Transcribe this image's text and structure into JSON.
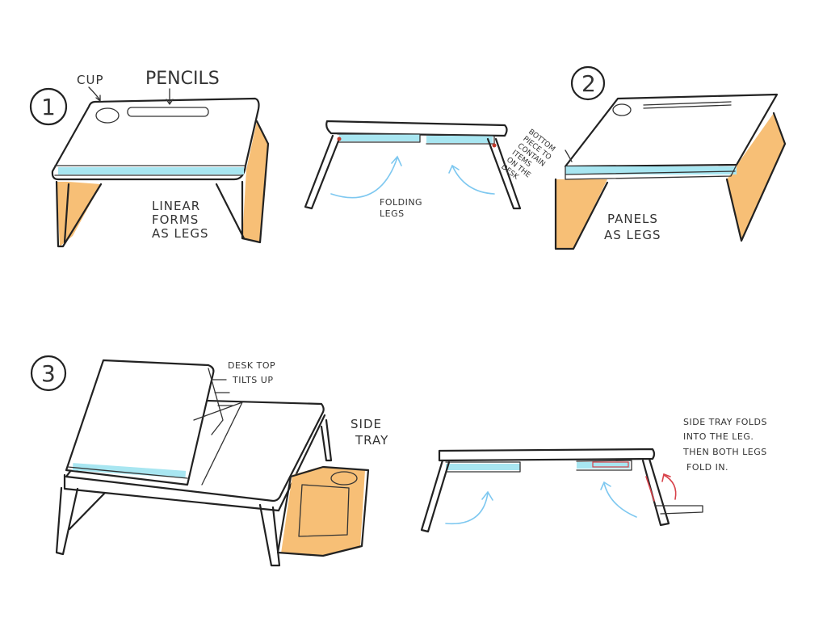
{
  "sketch1": {
    "number": "1",
    "label_cup": "CUP",
    "label_pencils": "PENCILS",
    "caption_line1": "LINEAR",
    "caption_line2": "FORMS",
    "caption_line3": "AS LEGS"
  },
  "folding": {
    "caption_line1": "FOLDING",
    "caption_line2": "LEGS"
  },
  "sketch2": {
    "number": "2",
    "note_line1": "BOTTOM",
    "note_line2": "PIECE TO",
    "note_line3": "CONTAIN",
    "note_line4": "ITEMS",
    "note_line5": "ON THE",
    "note_line6": "DESK",
    "caption_line1": "PANELS",
    "caption_line2": "AS LEGS"
  },
  "sketch3": {
    "number": "3",
    "tilt_line1": "DESK TOP",
    "tilt_line2": "TILTS UP",
    "tray_line1": "SIDE",
    "tray_line2": "TRAY"
  },
  "sidetray": {
    "note_line1": "SIDE TRAY FOLDS",
    "note_line2": "INTO THE LEG.",
    "note_line3": "THEN BOTH LEGS",
    "note_line4": "FOLD IN."
  },
  "colors": {
    "orange": "#f7bf76",
    "cyan": "#a8e6f1",
    "blue_arrow": "#7ec8f0",
    "red": "#d8424a"
  }
}
